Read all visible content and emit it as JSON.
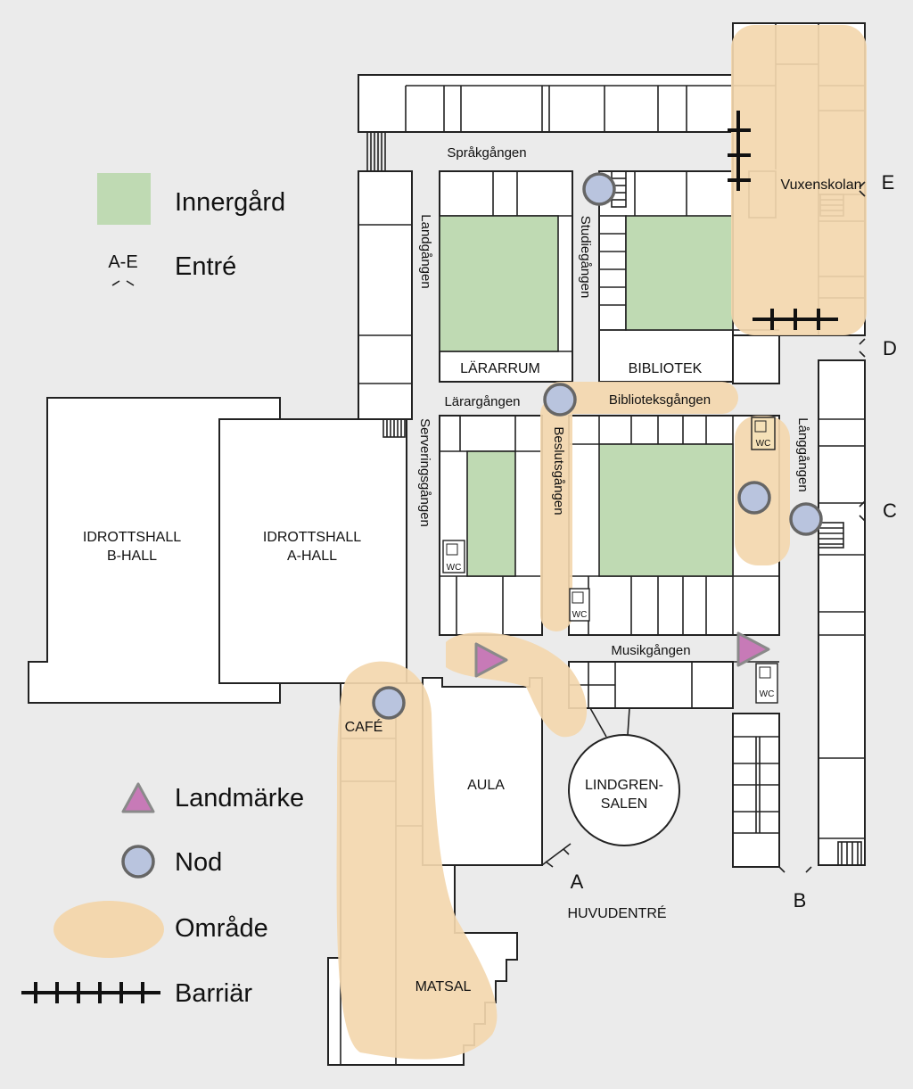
{
  "legend": {
    "innergard": "Innergård",
    "entre_symbol": "A-E",
    "entre": "Entré",
    "landmarke": "Landmärke",
    "nod": "Nod",
    "omrade": "Område",
    "barriar": "Barriär"
  },
  "colors": {
    "innergard": "#bfdab3",
    "omrade": "#f3d7ae",
    "nod": "#b9c4de",
    "landmarke": "#c77ab7",
    "background": "#ebebeb"
  },
  "rooms": {
    "b_hall_1": "IDROTTSHALL",
    "b_hall_2": "B-HALL",
    "a_hall_1": "IDROTTSHALL",
    "a_hall_2": "A-HALL",
    "lararrum": "LÄRARRUM",
    "bibliotek": "BIBLIOTEK",
    "aula": "AULA",
    "lindgren_1": "LINDGREN-",
    "lindgren_2": "SALEN",
    "cafe": "CAFÉ",
    "matsal": "MATSAL",
    "vuxenskolan": "Vuxenskolan",
    "huvudentre": "HUVUDENTRÉ",
    "wc": "WC"
  },
  "corridors": {
    "sprakgangen": "Språkgången",
    "langgangen_left": "Landgången",
    "studiegangen": "Studiegången",
    "lararg": "Lärargången",
    "biblioteksgangen": "Biblioteksgången",
    "serveringsgangen": "Serveringsgången",
    "beslutsgangen": "Beslutsgången",
    "langgangen_right": "Långgången",
    "musikgangen": "Musikgången"
  },
  "entrances": {
    "a": "A",
    "b": "B",
    "c": "C",
    "d": "D",
    "e": "E"
  },
  "nodes": [
    "Nod",
    "Nod",
    "Nod",
    "Nod",
    "Nod"
  ],
  "landmarks": [
    "Landmärke",
    "Landmärke"
  ]
}
